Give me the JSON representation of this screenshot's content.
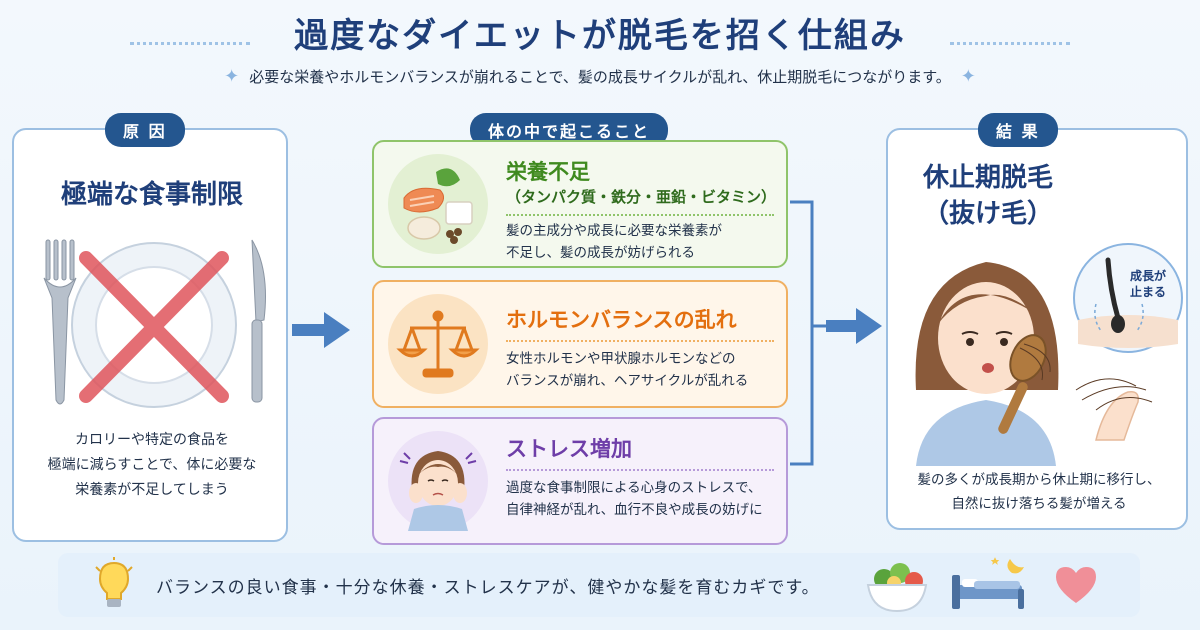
{
  "header": {
    "title": "過度なダイエットが脱毛を招く仕組み",
    "subtitle": "必要な栄養やホルモンバランスが崩れることで、髪の成長サイクルが乱れ、休止期脱毛につながります。"
  },
  "cause": {
    "label": "原 因",
    "title": "極端な食事制限",
    "text_lines": [
      "カロリーや特定の食品を",
      "極端に減らすことで、体に必要な",
      "栄養素が不足してしまう"
    ]
  },
  "middle": {
    "label": "体の中で起こること",
    "steps": [
      {
        "heading": "栄養不足",
        "sub": "（タンパク質・鉄分・亜鉛・ビタミン）",
        "lines": [
          "髪の主成分や成長に必要な栄養素が",
          "不足し、髪の成長が妨げられる"
        ]
      },
      {
        "heading": "ホルモンバランスの乱れ",
        "lines": [
          "女性ホルモンや甲状腺ホルモンなどの",
          "バランスが崩れ、ヘアサイクルが乱れる"
        ]
      },
      {
        "heading": "ストレス増加",
        "lines": [
          "過度な食事制限による心身のストレスで、",
          "自律神経が乱れ、血行不良や成長の妨げに"
        ]
      }
    ]
  },
  "result": {
    "label": "結 果",
    "title_line1": "休止期脱毛",
    "title_line2": "（抜け毛）",
    "callout_line1": "成長が",
    "callout_line2": "止まる",
    "text_lines": [
      "髪の多くが成長期から休止期に移行し、",
      "自然に抜け落ちる髪が増える"
    ]
  },
  "footer": {
    "text": "バランスの良い食事・十分な休養・ストレスケアが、健やかな髪を育むカギです。"
  },
  "colors": {
    "navy": "#1f3f7a",
    "pill": "#24568f",
    "arrow": "#4a7fc0",
    "green": "#3f8a1f",
    "orange": "#e36f0f",
    "purple": "#6e3ea8",
    "cross": "#e0555c"
  },
  "icons": [
    "lightbulb-icon",
    "salad-bowl-icon",
    "bed-icon",
    "heart-icon",
    "scale-icon",
    "sparkle-icon"
  ]
}
